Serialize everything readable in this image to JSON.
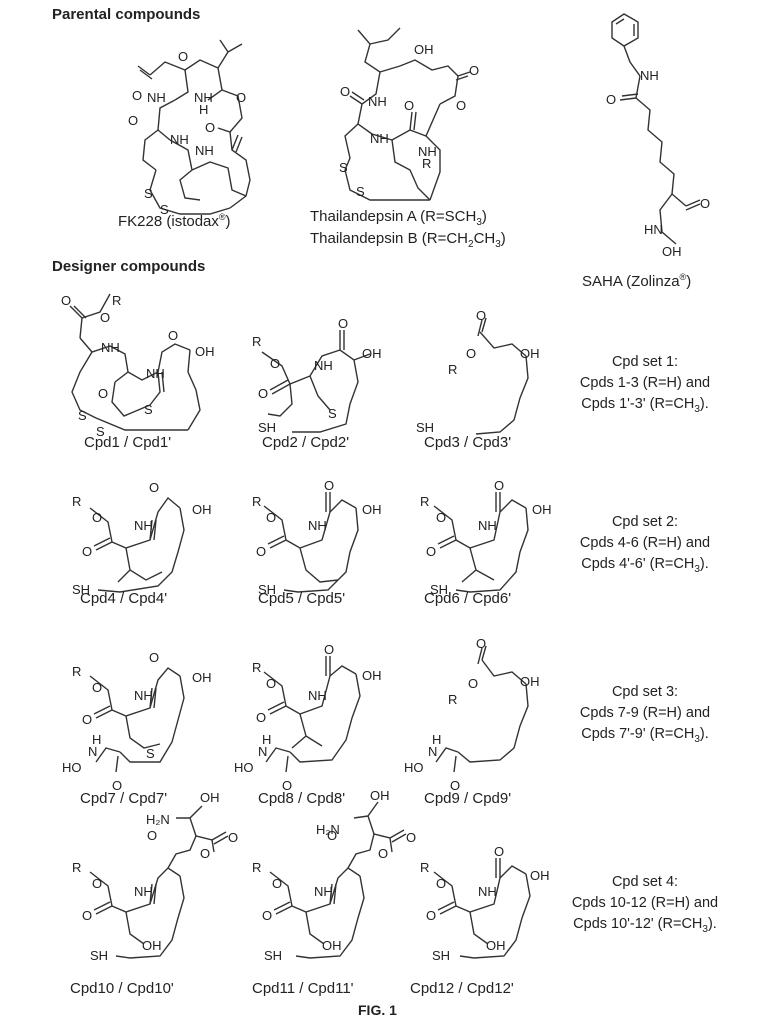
{
  "headings": {
    "parental": "Parental compounds",
    "designer": "Designer compounds"
  },
  "parental": {
    "fk228": {
      "name": "FK228 (istodax",
      "mark": "®",
      "close": ")"
    },
    "thailandepsin_a": {
      "pre": "Thailandepsin A (R=SCH",
      "sub": "3",
      "post": ")"
    },
    "thailandepsin_b": {
      "pre": "Thailandepsin B (R=CH",
      "sub1": "2",
      "mid": "CH",
      "sub2": "3",
      "post": ")"
    },
    "saha": {
      "name": "SAHA (Zolinza",
      "mark": "®",
      "close": ")"
    }
  },
  "compounds": [
    "Cpd1 / Cpd1'",
    "Cpd2 / Cpd2'",
    "Cpd3 / Cpd3'",
    "Cpd4 / Cpd4'",
    "Cpd5 / Cpd5'",
    "Cpd6 / Cpd6'",
    "Cpd7 / Cpd7'",
    "Cpd8 / Cpd8'",
    "Cpd9 / Cpd9'",
    "Cpd10 / Cpd10'",
    "Cpd11 / Cpd11'",
    "Cpd12 / Cpd12'"
  ],
  "sets": [
    {
      "title": "Cpd set 1:",
      "line1": "Cpds 1-3 (R=H) and",
      "line2": "Cpds 1'-3' (R=CH",
      "sub": "3",
      "close": ")."
    },
    {
      "title": "Cpd set 2:",
      "line1": "Cpds 4-6 (R=H) and",
      "line2": "Cpds 4'-6' (R=CH",
      "sub": "3",
      "close": ")."
    },
    {
      "title": "Cpd set 3:",
      "line1": "Cpds 7-9 (R=H) and",
      "line2": "Cpds 7'-9' (R=CH",
      "sub": "3",
      "close": ")."
    },
    {
      "title": "Cpd set 4:",
      "line1": "Cpds 10-12 (R=H) and",
      "line2": "Cpds 10'-12' (R=CH",
      "sub": "3",
      "close": ")."
    }
  ],
  "atoms": {
    "nh": "NH",
    "h": "H",
    "n": "N",
    "oh": "OH",
    "o": "O",
    "s": "S",
    "r": "R",
    "sh": "SH",
    "hn": "HN",
    "ho": "HO",
    "h2n": "H₂N"
  },
  "figure_label": "FIG. 1"
}
